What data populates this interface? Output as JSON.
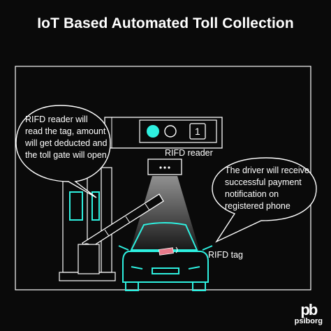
{
  "title": "IoT Based Automated Toll Collection",
  "bubble_left": [
    "RIFD reader will",
    "read the tag, amount",
    "will get deducted and",
    "the toll gate will open"
  ],
  "bubble_right": [
    "The driver will receive",
    "successful payment",
    "notification on",
    "registered phone"
  ],
  "reader_label": "RIFD reader",
  "tag_label": "RIFD tag",
  "signal_number": "1",
  "logo_text": "psiborg",
  "logo_mark": "pb",
  "colors": {
    "accent": "#2ef0e0",
    "background": "#0a0a0a",
    "line": "#ffffff"
  }
}
